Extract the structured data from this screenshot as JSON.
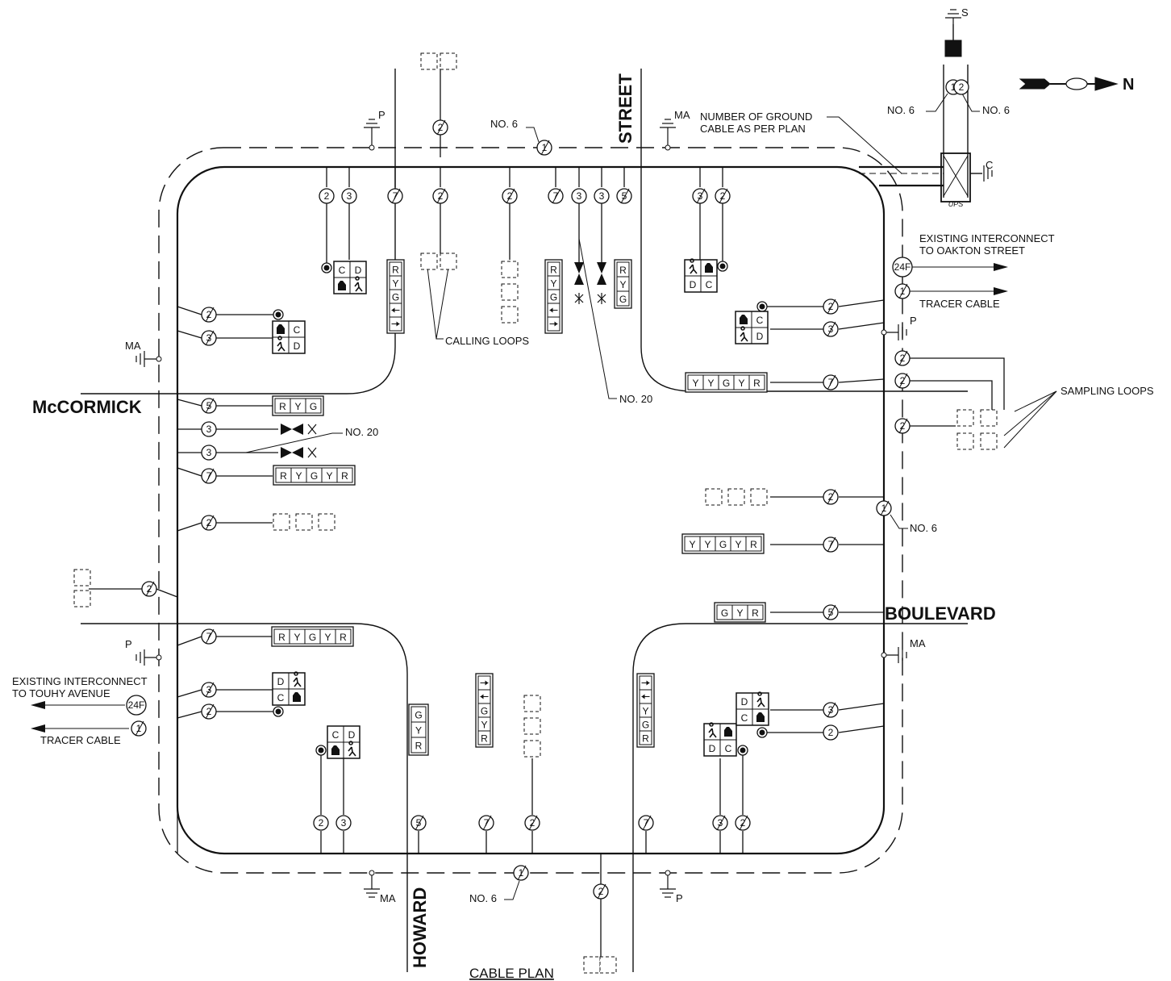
{
  "streets": {
    "street": "STREET",
    "howard": "HOWARD",
    "mccormick": "McCORMICK",
    "boulevard": "BOULEVARD"
  },
  "notes": {
    "ground_cable": "NUMBER OF GROUND",
    "ground_cable_2": "CABLE AS PER PLAN",
    "oakton_1": "EXISTING INTERCONNECT",
    "oakton_2": "TO OAKTON STREET",
    "tracer_cable": "TRACER CABLE",
    "sampling_loops": "SAMPLING LOOPS",
    "calling_loops": "CALLING LOOPS",
    "no6": "NO. 6",
    "no20": "NO. 20",
    "touhy_1": "EXISTING INTERCONNECT",
    "touhy_2": "TO TOUHY AVENUE",
    "cable_plan": "CABLE PLAN"
  },
  "ground_labels": {
    "P": "P",
    "MA": "MA",
    "C": "C",
    "S": "S",
    "UPS": "UPS"
  },
  "cable_numbers": [
    "1",
    "2",
    "3",
    "5",
    "7",
    "24F"
  ],
  "signal_labels": [
    "R",
    "Y",
    "G",
    "C",
    "D"
  ],
  "north_arrow": "N"
}
